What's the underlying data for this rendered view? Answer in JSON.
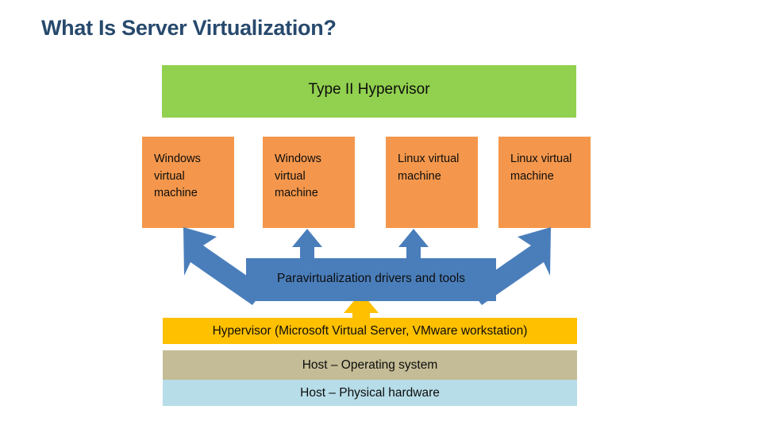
{
  "slide": {
    "title": "What Is Server Virtualization?",
    "title_color": "#27496D",
    "background": "#FFFFFF"
  },
  "hypervisor_banner": {
    "label": "Type II Hypervisor",
    "color": "#92D14F",
    "text_color": "#0D0D0D"
  },
  "vm_boxes": {
    "color": "#F4974C",
    "text_color": "#0D0D0D",
    "items": [
      {
        "label": "Windows virtual machine"
      },
      {
        "label": "Windows virtual machine"
      },
      {
        "label": "Linux virtual machine"
      },
      {
        "label": "Linux virtual machine"
      }
    ]
  },
  "paravirt_bar": {
    "label": "Paravirtualization drivers and tools",
    "color": "#4A7EBB",
    "text_color": "#0D0D0D"
  },
  "arrows": {
    "vm_arrow_color": "#4A7EBB",
    "hypervisor_arrow_color": "#FFC000",
    "vm_arrow_count": 4,
    "hypervisor_arrow_count": 1
  },
  "stack_bars": [
    {
      "name": "hypervisor",
      "label": "Hypervisor (Microsoft Virtual Server, VMware workstation)",
      "color": "#FFC000",
      "text_color": "#0D0D0D"
    },
    {
      "name": "host-operating-system",
      "label": "Host – Operating system",
      "color": "#C4BC96",
      "text_color": "#0D0D0D"
    },
    {
      "name": "host-physical-hardware",
      "label": "Host – Physical hardware",
      "color": "#B7DDE8",
      "text_color": "#0D0D0D"
    }
  ]
}
